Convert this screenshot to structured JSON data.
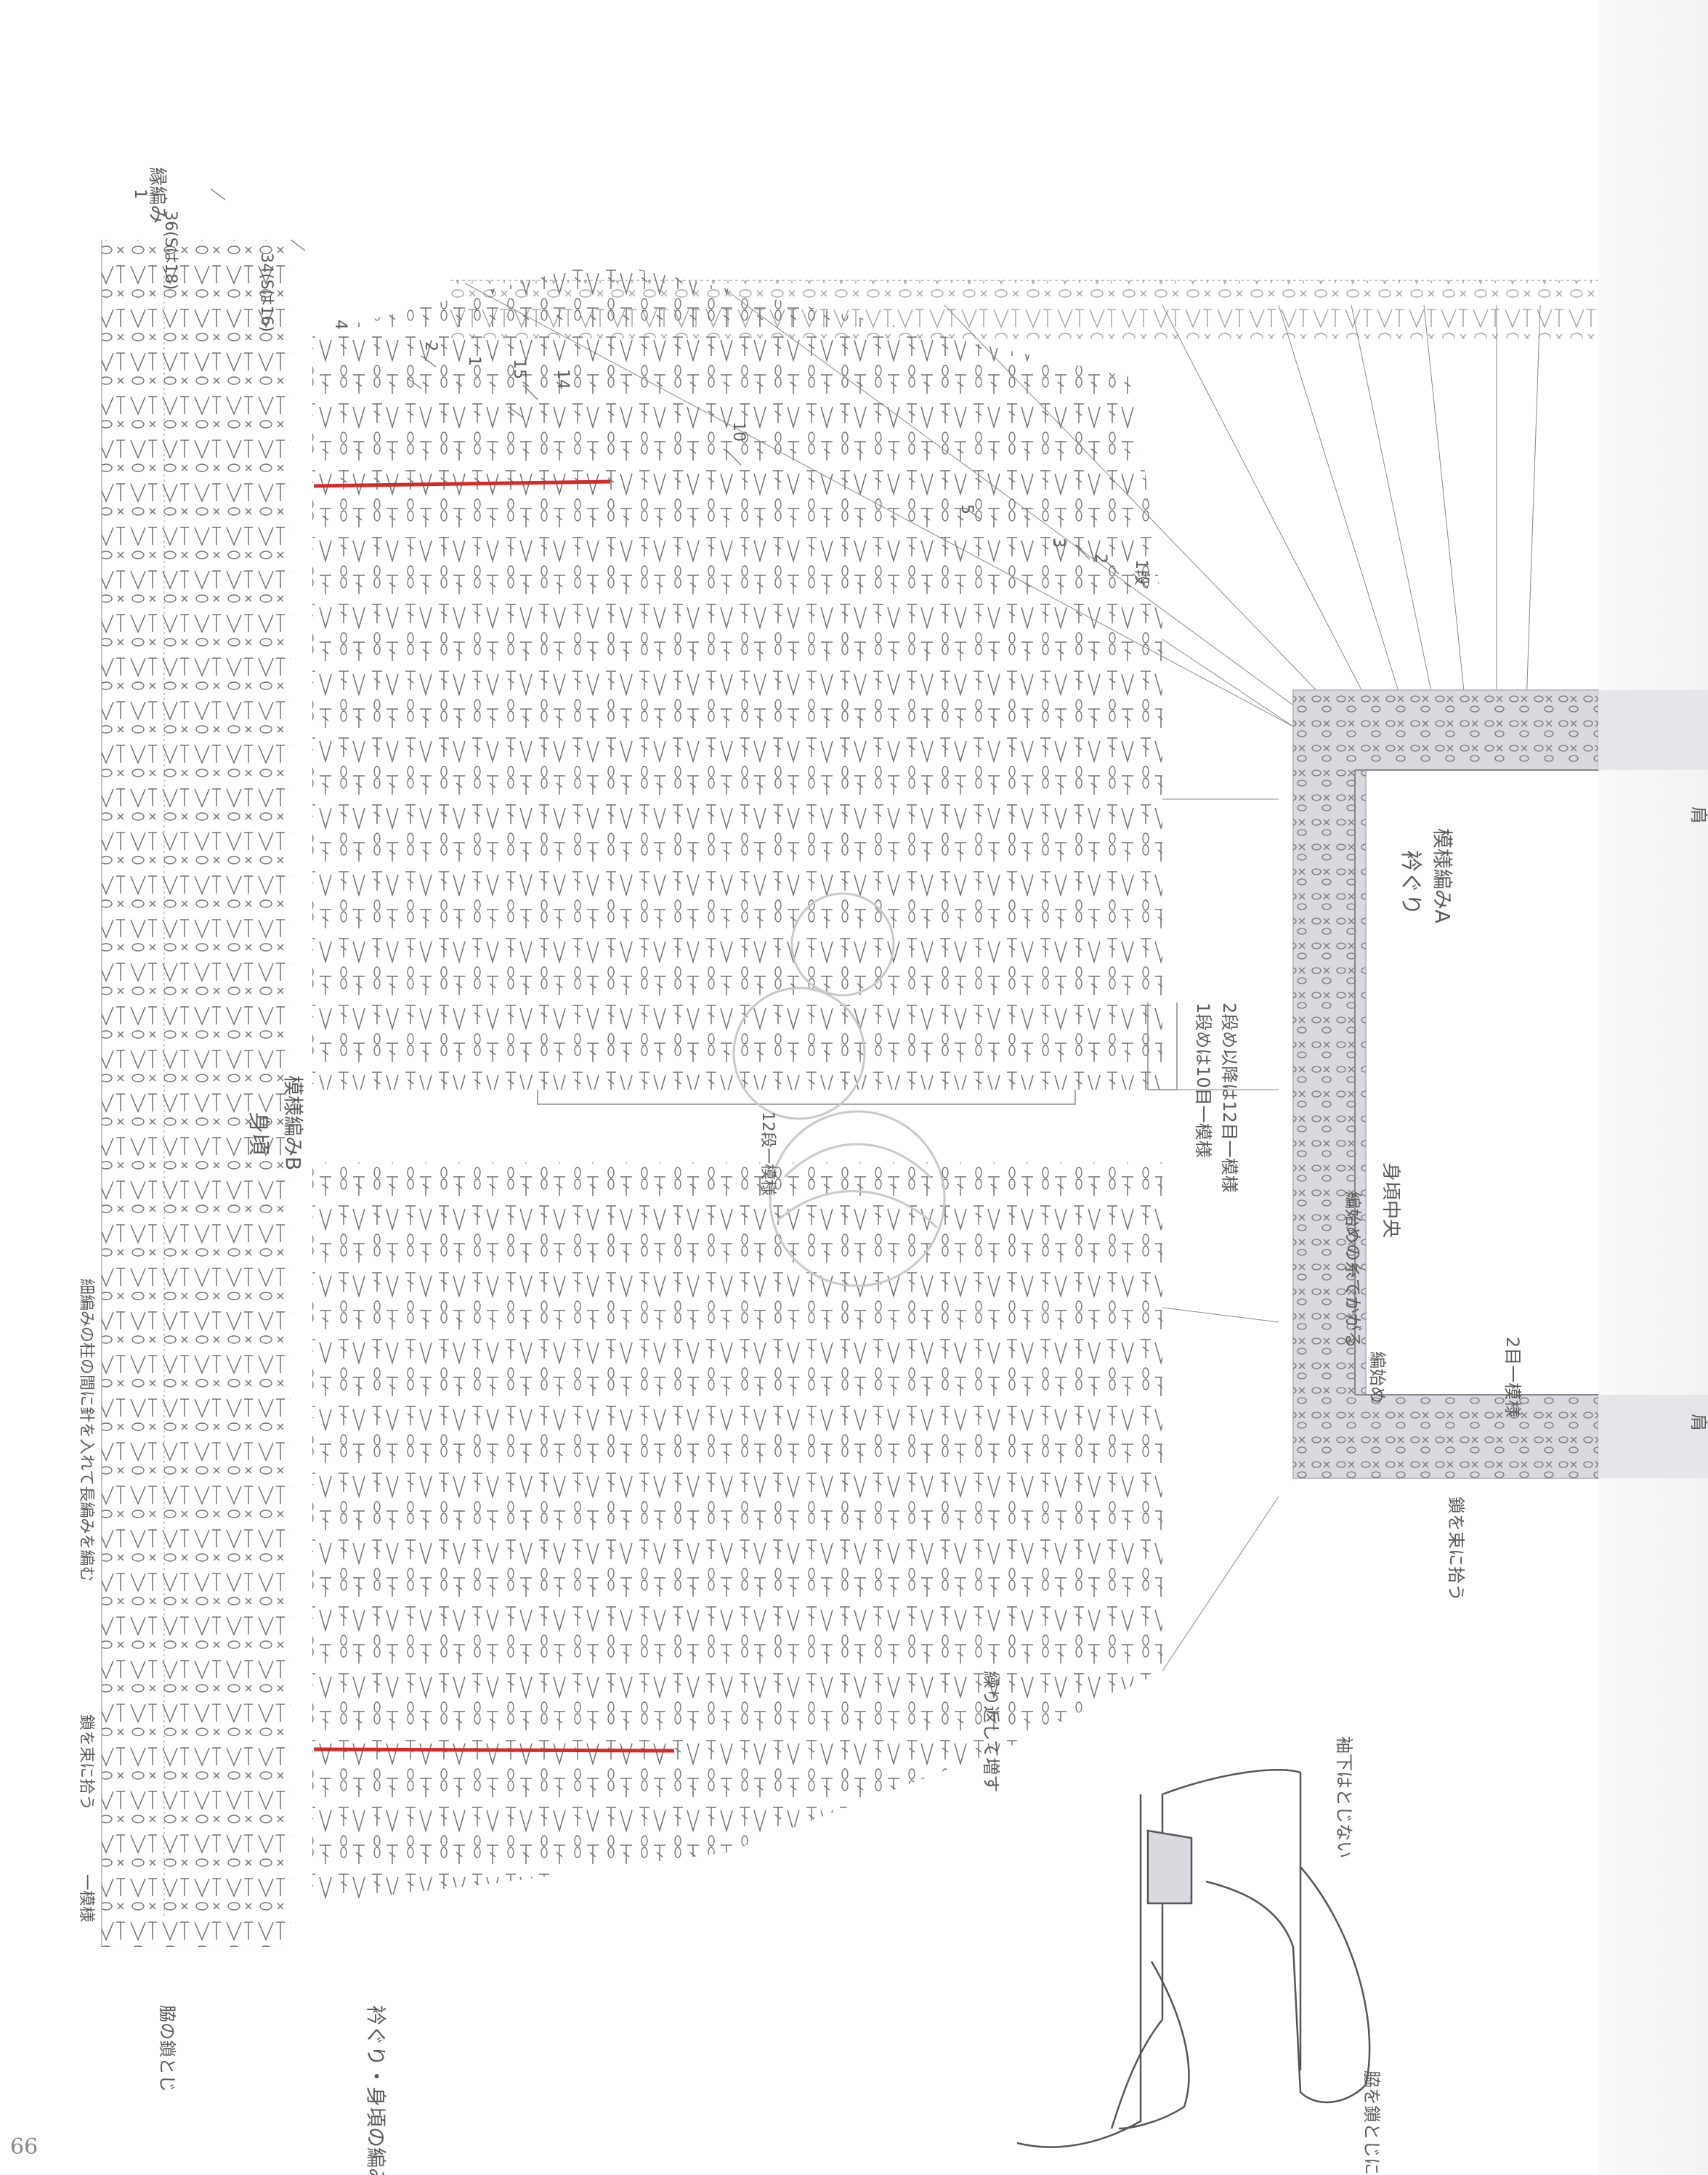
{
  "page_number": "66",
  "labels": {
    "rim_edging": "縁編み",
    "row_36": "36(Sは18)",
    "row_34": "34(Sは16)",
    "row_1": "1",
    "row_2": "2",
    "row_3": "3",
    "row_4": "4",
    "row_5": "5",
    "row_10": "10",
    "row_14": "14",
    "row_15": "15",
    "row_1_dan": "1段",
    "one_pattern_left": "一模様",
    "pick_chain_bundle": "鎖を束に拾う",
    "between_sc_posts": "細編みの柱の間に針を入れて長編みを編む",
    "side_chain_join": "脇の鎖とじ",
    "neckline_body_howto": "衿ぐり・身頃の編み方",
    "body": "身頃",
    "pattern_b": "模様編みB",
    "rows_12_pattern": "12段一模様",
    "repeat_increase": "繰り返して増す",
    "sleeve_note": "袖下はとじない",
    "side_chain_note": "脇を鎖とじにする",
    "pattern_count_note_1": "1段めは10目一模様",
    "pattern_count_note_2": "2段め以降は12目一模様",
    "neckline": "衿ぐり",
    "pattern_a": "模様編みA",
    "body_center": "身頃中央",
    "start_yarn_note": "編始めの糸でかがる",
    "start": "編始め",
    "two_st_pattern": "2目一模様",
    "pick_chain": "鎖を束に拾う",
    "shoulder": "肩"
  },
  "colors": {
    "ink": "#5a5a5a",
    "neckband_fill": "#d9d9df",
    "shoulder_fill": "#e6e6ea",
    "marker_red": "#d42a2a"
  }
}
